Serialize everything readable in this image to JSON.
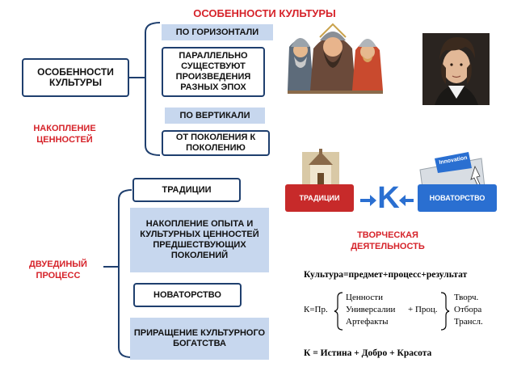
{
  "header": {
    "title": "ОСОБЕННОСТИ КУЛЬТУРЫ"
  },
  "left": {
    "main_box": "ОСОБЕННОСТИ КУЛЬТУРЫ",
    "accumulation_label": "НАКОПЛЕНИЕ ЦЕННОСТЕЙ",
    "dual_label": "ДВУЕДИНЫЙ ПРОЦЕСС"
  },
  "top_branch": {
    "items": [
      "ПО ГОРИЗОНТАЛИ",
      "ПАРАЛЛЕЛЬНО СУЩЕСТВУЮТ ПРОИЗВЕДЕНИЯ РАЗНЫХ ЭПОХ",
      "ПО ВЕРТИКАЛИ",
      "ОТ ПОКОЛЕНИЯ К ПОКОЛЕНИЮ"
    ]
  },
  "bottom_branch": {
    "items": [
      "ТРАДИЦИИ",
      "НАКОПЛЕНИЕ ОПЫТА И КУЛЬТУРНЫХ ЦЕННОСТЕЙ ПРЕДШЕСТВУЮЩИХ ПОКОЛЕНИЙ",
      "НОВАТОРСТВО",
      "ПРИРАЩЕНИЕ КУЛЬТУРНОГО БОГАТСТВА"
    ]
  },
  "scheme": {
    "traditions": "ТРАДИЦИИ",
    "k_letter": "K",
    "innovation": "НОВАТОРСТВО",
    "innovation_key": "Innovation",
    "creative": "ТВОРЧЕСКАЯ ДЕЯТЕЛЬНОСТЬ"
  },
  "formula": {
    "line1": "Культура=предмет+процесс+результат",
    "k_prefix": "К=Пр.",
    "left_items": [
      "Ценности",
      "Универсалии",
      "Артефакты"
    ],
    "middle": "+ Проц.",
    "right_items": [
      "Творч.",
      "Отбора",
      "Трансл."
    ],
    "line3": "К = Истина + Добро + Красота"
  },
  "colors": {
    "accent_red": "#d6232a",
    "navy": "#1f3f6e",
    "light_blue": "#c7d7ee",
    "scheme_blue": "#2a6fd1",
    "scheme_red": "#c72a2a"
  }
}
